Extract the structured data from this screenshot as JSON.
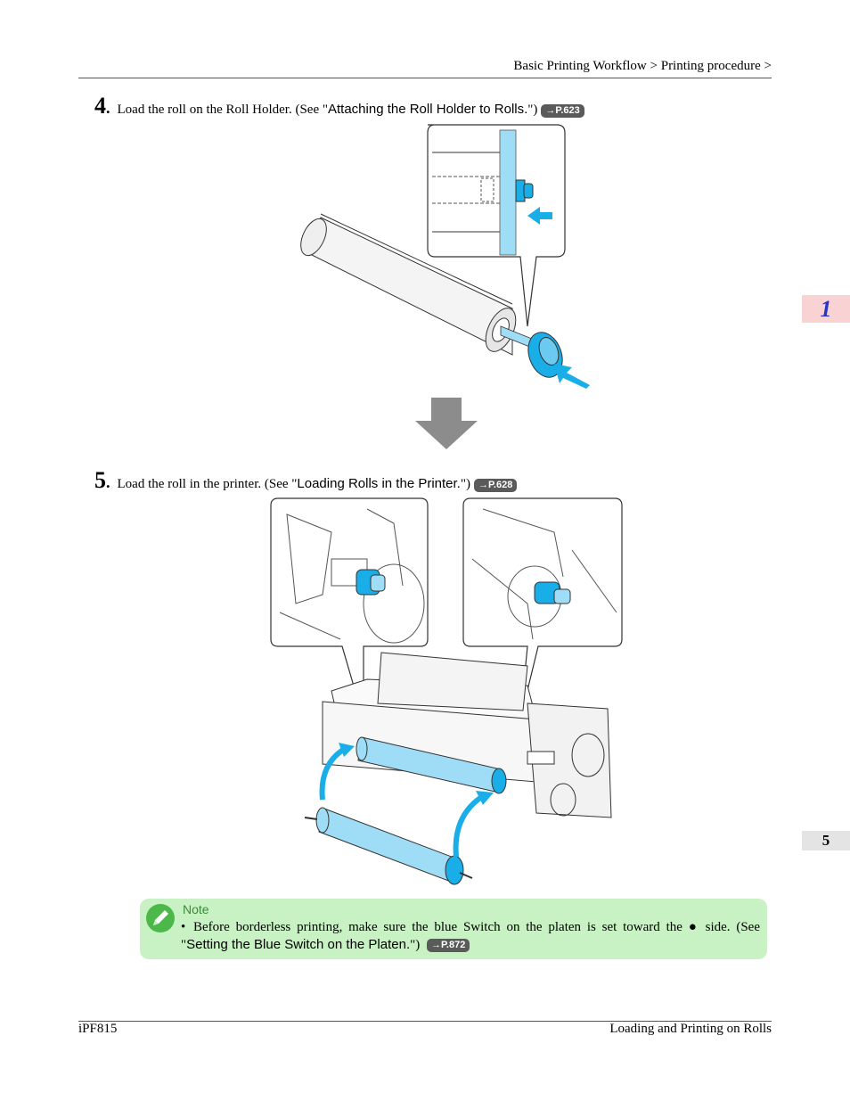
{
  "header": {
    "breadcrumb": "Basic Printing Workflow > Printing procedure >"
  },
  "step4": {
    "number": "4",
    "text": "Load the roll on the Roll Holder.  (See \"",
    "link": "Attaching the Roll Holder to Rolls.",
    "close": "\")",
    "ref": "→P.623"
  },
  "step5": {
    "number": "5",
    "text": "Load the roll in the printer.  (See \"",
    "link": "Loading Rolls in the Printer.",
    "close": "\")",
    "ref": "→P.628"
  },
  "note": {
    "title": "Note",
    "bullet": "•",
    "text_before": "Before borderless printing, make sure the blue Switch on the platen is set toward the ● side.  (See \"",
    "link": "Setting the Blue Switch on the Platen.",
    "close": "\")",
    "ref": "→P.872"
  },
  "side_tabs": {
    "chapter": "1",
    "page": "5"
  },
  "footer": {
    "model": "iPF815",
    "section": "Loading and Printing on Rolls"
  },
  "colors": {
    "accent_blue": "#1aaee8",
    "light_blue": "#9fdcf5",
    "note_bg": "#c9f2c4",
    "chapter_tab_bg": "#f9d3d3",
    "chapter_tab_text": "#2a35c8",
    "ref_badge_bg": "#5a5a5a"
  }
}
